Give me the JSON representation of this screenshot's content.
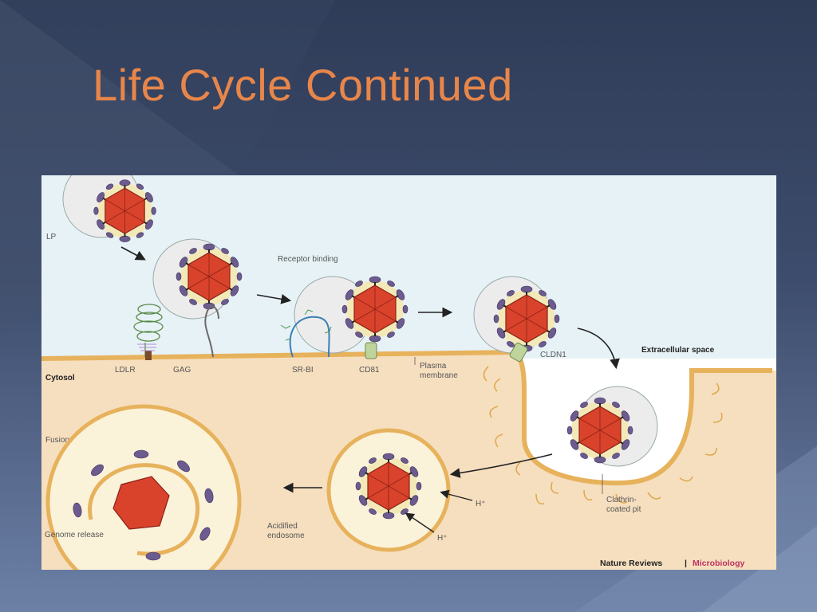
{
  "slide": {
    "title": "Life Cycle Continued",
    "colors": {
      "title": "#e8864a",
      "background": "#3a4866"
    }
  },
  "diagram": {
    "labels": {
      "lp": "LP",
      "receptor_binding": "Receptor binding",
      "extracellular_space": "Extracellular space",
      "cytosol": "Cytosol",
      "ldlr": "LDLR",
      "gag": "GAG",
      "sr_bi": "SR-BI",
      "cd81": "CD81",
      "plasma_membrane_1": "Plasma",
      "plasma_membrane_2": "membrane",
      "cldn1": "CLDN1",
      "fusion": "Fusion",
      "genome_release": "Genome release",
      "acidified_endosome_1": "Acidified",
      "acidified_endosome_2": "endosome",
      "h_plus_1": "H⁺",
      "h_plus_2": "H⁺",
      "clathrin_1": "Clathrin-",
      "clathrin_2": "coated pit",
      "brand_journal": "Nature Reviews",
      "brand_separator": "|",
      "brand_section": "Microbiology"
    },
    "colors": {
      "extracellular": "#e7f2f6",
      "cytosol": "#f6dfbf",
      "membrane": "#e7b25c",
      "capsid": "#d9422b",
      "envelope_protein": "#6b5b8e"
    }
  }
}
